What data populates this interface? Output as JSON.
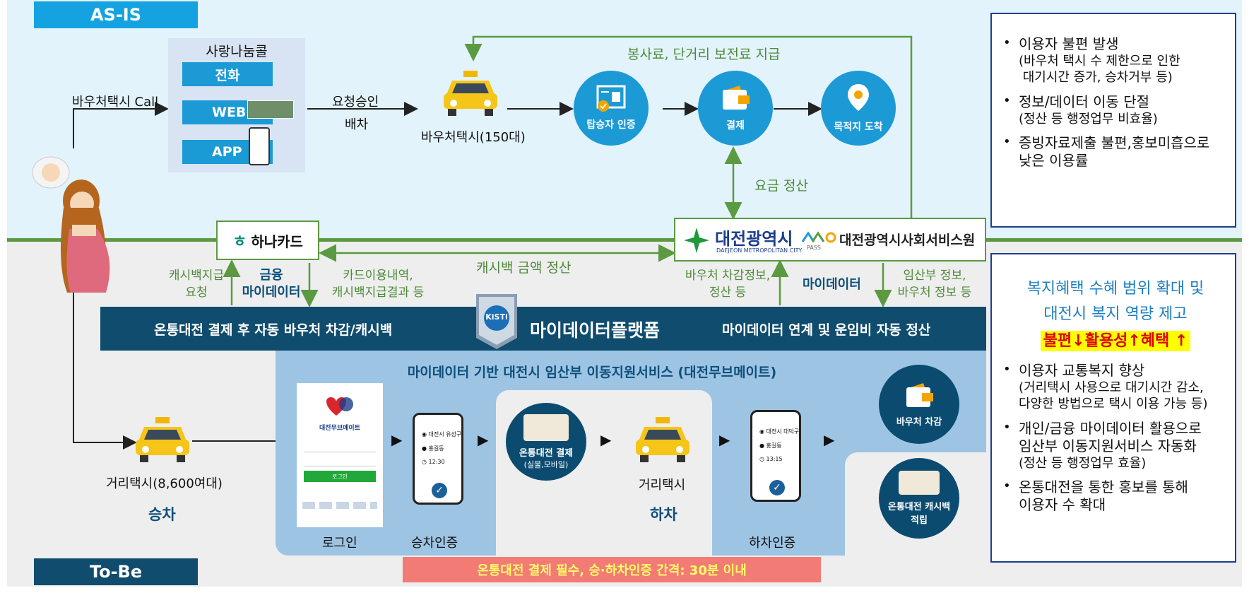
{
  "asis_label": "AS-IS",
  "tobe_label": "To-Be",
  "call_center": {
    "title": "사랑나눔콜",
    "phone": "전화",
    "web": "WEB",
    "app": "APP"
  },
  "voucher_call": "바우처택시 Call",
  "request_approve": "요청승인",
  "dispatch": "배차",
  "voucher_taxi": "바우처택시(150대)",
  "volunteer_fee": "봉사료, 단거리 보전료 지급",
  "circles": {
    "passenger_auth": "탑승자 인증",
    "payment": "결제",
    "destination": "목적지 도착"
  },
  "fare_settle": "요금 정산",
  "hana_card": "하나카드",
  "daejeon": {
    "name_ko": "대전광역시",
    "name_en": "DAEJEON METROPOLITAN CITY",
    "pass": "PASS",
    "social_service": "대전광역시사회서비스원"
  },
  "cashback_settle": "캐시백 금액 정산",
  "cashback_request": [
    "캐시백지급",
    "요청"
  ],
  "finance_mydata": [
    "금융",
    "마이데이터"
  ],
  "card_history": [
    "카드이용내역,",
    "캐시백지급결과 등"
  ],
  "voucher_deduct_info": [
    "바우처 차감정보,",
    "정산 등"
  ],
  "mydata": "마이데이터",
  "pregnant_info": [
    "임산부 정보,",
    "바우처 정보 등"
  ],
  "platform": {
    "left": "온통대전 결제 후 자동 바우처 차감/캐시백",
    "center": "마이데이터플랫폼",
    "right": "마이데이터 연계 및 운임비 자동 정산",
    "kisti": "KiSTi"
  },
  "service_title": "마이데이터 기반 대전시 임산부 이동지원서비스 (대전무브메이트)",
  "street_taxi": "거리택시(8,600여대)",
  "boarding": "승차",
  "app_screen": {
    "brand": "대전무브메이트",
    "login_btn": "로그인",
    "caption": "로그인"
  },
  "boarding_auth": {
    "location": "대전시 유성구",
    "name": "홍길동",
    "time": "12:30",
    "caption": "승차인증"
  },
  "onpay": {
    "title": "온통대전 결제",
    "sub": "(실물,모바일)"
  },
  "street_taxi2": "거리택시",
  "alight": "하차",
  "alight_auth": {
    "location": "대전시 대덕구",
    "name": "홍길동",
    "time": "13:15",
    "caption": "하차인증"
  },
  "voucher_deduct": "바우처 차감",
  "cashback_save": [
    "온통대전 캐시백",
    "적립"
  ],
  "notice": "온통대전 결제 필수, 승·하차인증 간격: 30분 이내",
  "asis_bullets": [
    {
      "main": "이용자 불편 발생",
      "sub": [
        "(바우처 택시 수 제한으로 인한",
        " 대기시간 증가, 승차거부 등)"
      ]
    },
    {
      "main": "정보/데이터 이동 단절",
      "sub": [
        "(정산 등 행정업무 비효율)"
      ]
    },
    {
      "main": "증빙자료제출 불편,홍보미흡으로",
      "sub": [
        "낮은 이용률"
      ]
    }
  ],
  "tobe_box": {
    "title1": "복지혜택 수혜 범위 확대 및",
    "title2": "대전시 복지 역량 제고",
    "highlight": "불편↓활용성↑혜택 ↑",
    "bullets": [
      {
        "main": "이용자 교통복지 향상",
        "sub": [
          "(거리택시 사용으로 대기시간 감소,",
          "다양한 방법으로 택시 이용 가능 등)"
        ]
      },
      {
        "main": "개인/금융 마이데이터 활용으로",
        "sub": [
          "임산부 이동지원서비스 자동화",
          "(정산 등 행정업무 효율)"
        ]
      },
      {
        "main": "온통대전을 통한 홍보를 통해",
        "sub": [
          "이용자 수 확대"
        ]
      }
    ]
  },
  "colors": {
    "asis_bg": "#e3f3fb",
    "tobe_bg": "#eeeeee",
    "platform_band": "#0f4c6e",
    "service_bg": "#9ec4e4",
    "accent_blue": "#1c9ad6",
    "green_line": "#5b9a41",
    "notice_bg": "#f27b75",
    "highlight_bg": "#ffff00",
    "highlight_text": "#e00000"
  }
}
